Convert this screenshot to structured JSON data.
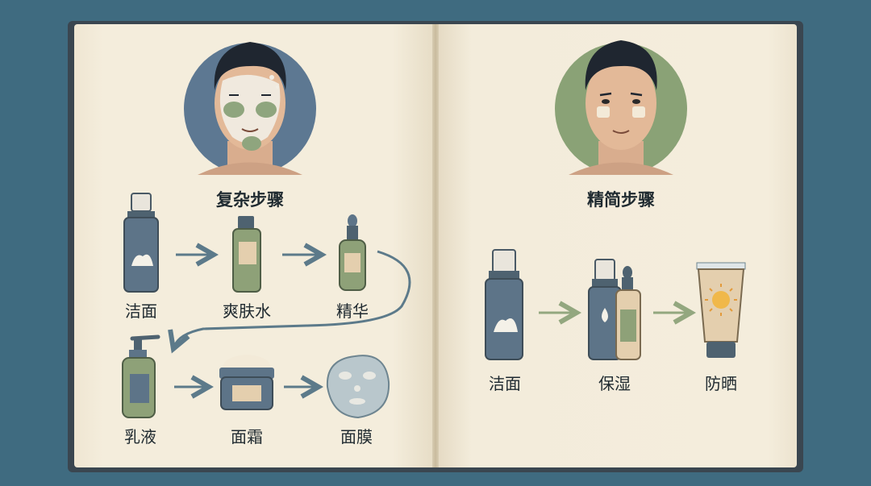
{
  "left_page": {
    "title": "复杂步骤",
    "steps": [
      {
        "label": "洁面",
        "icon": "foam-pump-bottle-icon"
      },
      {
        "label": "爽肤水",
        "icon": "toner-bottle-icon"
      },
      {
        "label": "精华",
        "icon": "dropper-bottle-icon"
      },
      {
        "label": "乳液",
        "icon": "lotion-pump-bottle-icon"
      },
      {
        "label": "面霜",
        "icon": "cream-jar-icon"
      },
      {
        "label": "面膜",
        "icon": "sheet-mask-icon"
      }
    ]
  },
  "right_page": {
    "title": "精简步骤",
    "steps": [
      {
        "label": "洁面",
        "icon": "foam-pump-bottle-icon"
      },
      {
        "label": "保湿",
        "icon": "moisturizer-set-icon"
      },
      {
        "label": "防晒",
        "icon": "sunscreen-tube-icon"
      }
    ]
  },
  "colors": {
    "background": "#3f6b80",
    "page": "#f3ecdb",
    "slate_blue": "#5d7488",
    "sage_green": "#8ea178",
    "arrow_left": "#5c7a8a",
    "arrow_right": "#93a77f"
  }
}
